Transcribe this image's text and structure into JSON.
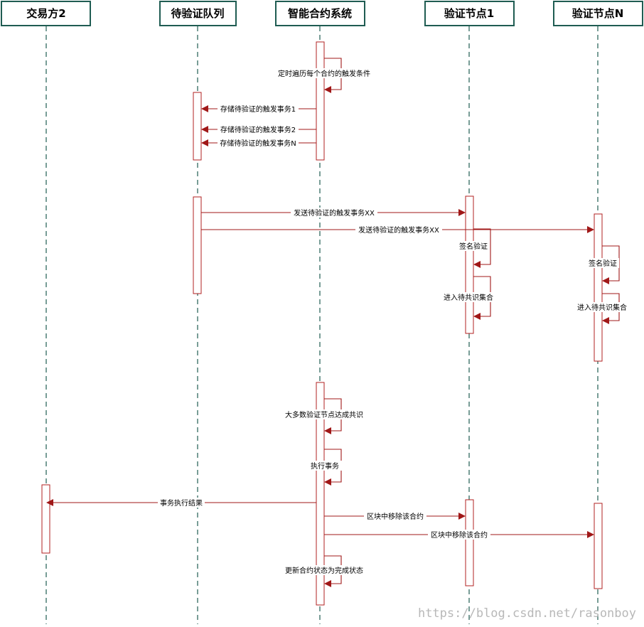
{
  "participants": [
    {
      "id": "trader2",
      "label": "交易方2"
    },
    {
      "id": "queue",
      "label": "待验证队列"
    },
    {
      "id": "contract",
      "label": "智能合约系统"
    },
    {
      "id": "node1",
      "label": "验证节点1"
    },
    {
      "id": "nodeN",
      "label": "验证节点N"
    }
  ],
  "messages": [
    {
      "from": "contract",
      "to": "contract",
      "label": "定时遍历每个合约的触发条件"
    },
    {
      "from": "contract",
      "to": "queue",
      "label": "存储待验证的触发事务1"
    },
    {
      "from": "contract",
      "to": "queue",
      "label": "存储待验证的触发事务2"
    },
    {
      "from": "contract",
      "to": "queue",
      "label": "存储待验证的触发事务N"
    },
    {
      "from": "queue",
      "to": "node1",
      "label": "发送待验证的触发事务XX"
    },
    {
      "from": "queue",
      "to": "nodeN",
      "label": "发送待验证的触发事务XX"
    },
    {
      "from": "node1",
      "to": "node1",
      "label": "签名验证"
    },
    {
      "from": "nodeN",
      "to": "nodeN",
      "label": "签名验证"
    },
    {
      "from": "node1",
      "to": "node1",
      "label": "进入待共识集合"
    },
    {
      "from": "nodeN",
      "to": "nodeN",
      "label": "进入待共识集合"
    },
    {
      "from": "contract",
      "to": "contract",
      "label": "大多数验证节点达成共识"
    },
    {
      "from": "contract",
      "to": "contract",
      "label": "执行事务"
    },
    {
      "from": "contract",
      "to": "trader2",
      "label": "事务执行结果"
    },
    {
      "from": "contract",
      "to": "node1",
      "label": "区块中移除该合约"
    },
    {
      "from": "contract",
      "to": "nodeN",
      "label": "区块中移除该合约"
    },
    {
      "from": "contract",
      "to": "contract",
      "label": "更新合约状态为完成状态"
    }
  ],
  "watermark": "https://blog.csdn.net/rasonboy",
  "colors": {
    "header_border": "#1f5c52",
    "lifeline": "#1f5c52",
    "message": "#a01818",
    "activation_border": "#b22222",
    "background": "#ffffff"
  }
}
